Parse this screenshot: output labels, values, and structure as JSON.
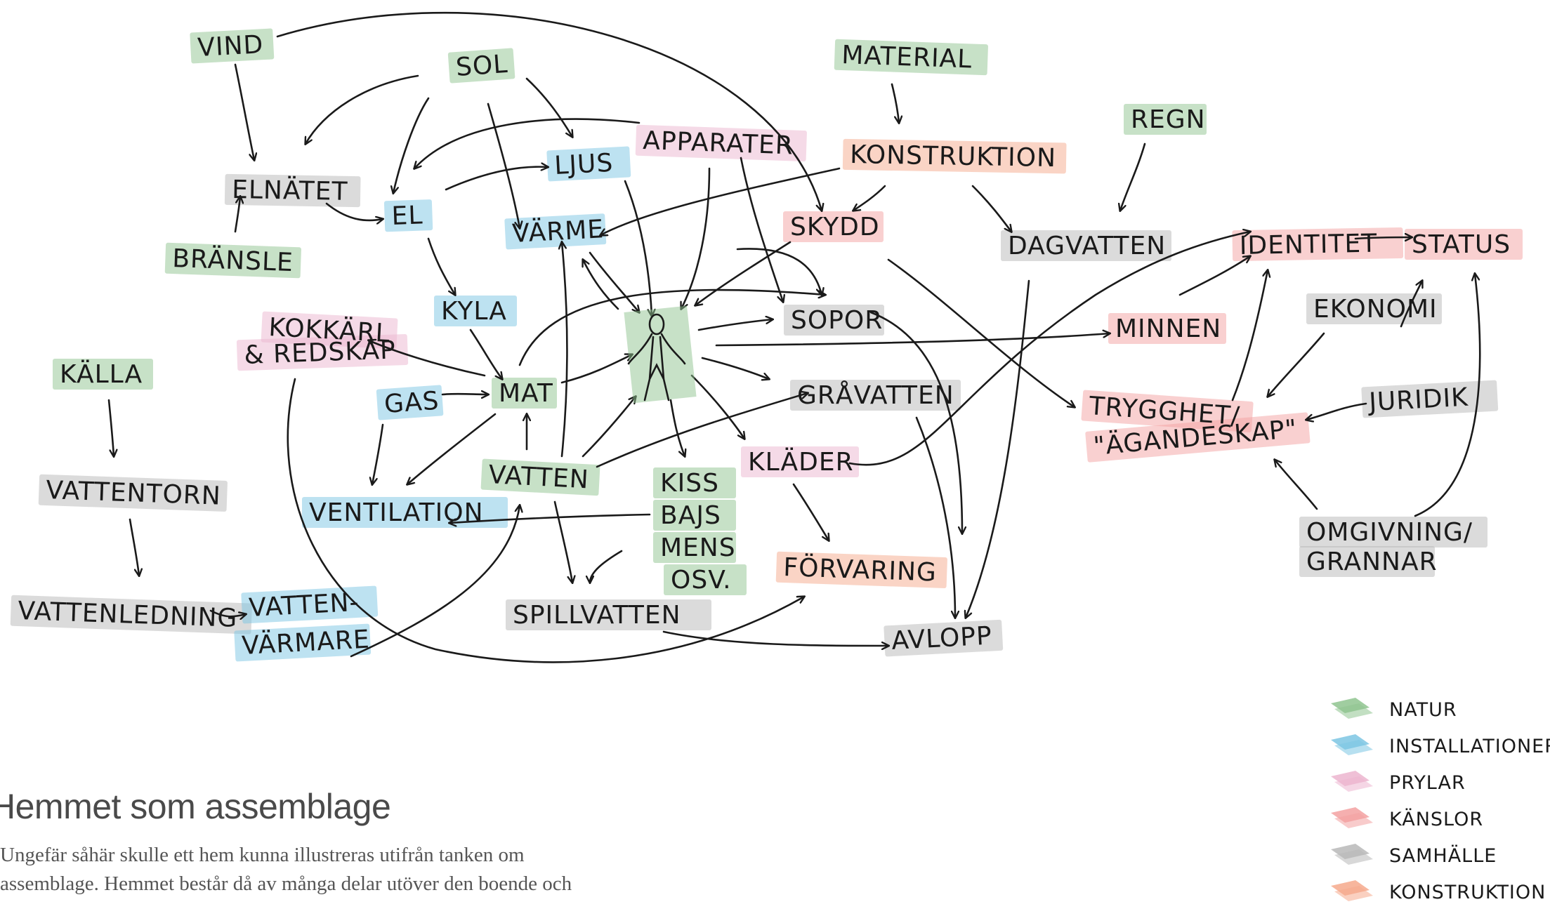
{
  "colors": {
    "natur": "#8fc48f",
    "installationer": "#7cc6e3",
    "prylar": "#ecb5cf",
    "kanslor": "#f3a1a1",
    "samhalle": "#b8b8b8",
    "konstruktion": "#f6a98c"
  },
  "nodes": [
    {
      "id": "vind",
      "label": "VIND",
      "category": "natur"
    },
    {
      "id": "sol",
      "label": "SOL",
      "category": "natur"
    },
    {
      "id": "material",
      "label": "MATERIAL",
      "category": "natur"
    },
    {
      "id": "regn",
      "label": "REGN",
      "category": "natur"
    },
    {
      "id": "elnatet",
      "label": "ELNÄTET",
      "category": "samhalle"
    },
    {
      "id": "bransle",
      "label": "BRÄNSLE",
      "category": "natur"
    },
    {
      "id": "el",
      "label": "EL",
      "category": "installationer"
    },
    {
      "id": "ljus",
      "label": "LJUS",
      "category": "installationer"
    },
    {
      "id": "apparater",
      "label": "APPARATER",
      "category": "prylar"
    },
    {
      "id": "konstruktion",
      "label": "KONSTRUKTION",
      "category": "konstruktion"
    },
    {
      "id": "varme",
      "label": "VÄRME",
      "category": "installationer"
    },
    {
      "id": "skydd",
      "label": "SKYDD",
      "category": "kanslor"
    },
    {
      "id": "dagvatten",
      "label": "DAGVATTEN",
      "category": "samhalle"
    },
    {
      "id": "identitet",
      "label": "IDENTITET",
      "category": "kanslor"
    },
    {
      "id": "status",
      "label": "STATUS",
      "category": "kanslor"
    },
    {
      "id": "kyla",
      "label": "KYLA",
      "category": "installationer"
    },
    {
      "id": "kokkarl1",
      "label": "KOKKÄRL",
      "category": "prylar"
    },
    {
      "id": "kokkarl2",
      "label": "& REDSKAP",
      "category": "prylar"
    },
    {
      "id": "sopor",
      "label": "SOPOR",
      "category": "samhalle"
    },
    {
      "id": "minnen",
      "label": "MINNEN",
      "category": "kanslor"
    },
    {
      "id": "ekonomi",
      "label": "EKONOMI",
      "category": "samhalle"
    },
    {
      "id": "kalla",
      "label": "KÄLLA",
      "category": "natur"
    },
    {
      "id": "gas",
      "label": "GAS",
      "category": "installationer"
    },
    {
      "id": "mat",
      "label": "MAT",
      "category": "natur"
    },
    {
      "id": "gravatten",
      "label": "GRÅVATTEN",
      "category": "samhalle"
    },
    {
      "id": "trygghet1",
      "label": "TRYGGHET/",
      "category": "kanslor"
    },
    {
      "id": "trygghet2",
      "label": "\"ÄGANDESKAP\"",
      "category": "kanslor"
    },
    {
      "id": "juridik",
      "label": "JURIDIK",
      "category": "samhalle"
    },
    {
      "id": "vattentorn",
      "label": "VATTENTORN",
      "category": "samhalle"
    },
    {
      "id": "vatten",
      "label": "VATTEN",
      "category": "natur"
    },
    {
      "id": "klader",
      "label": "KLÄDER",
      "category": "prylar"
    },
    {
      "id": "kiss1",
      "label": "KISS",
      "category": "natur"
    },
    {
      "id": "kiss2",
      "label": "BAJS",
      "category": "natur"
    },
    {
      "id": "kiss3",
      "label": "MENS",
      "category": "natur"
    },
    {
      "id": "kiss4",
      "label": "OSV.",
      "category": "natur"
    },
    {
      "id": "ventilation",
      "label": "VENTILATION",
      "category": "installationer"
    },
    {
      "id": "omgivning1",
      "label": "OMGIVNING/",
      "category": "samhalle"
    },
    {
      "id": "omgivning2",
      "label": "GRANNAR",
      "category": "samhalle"
    },
    {
      "id": "forvaring",
      "label": "FÖRVARING",
      "category": "konstruktion"
    },
    {
      "id": "vattenledning",
      "label": "VATTENLEDNING",
      "category": "samhalle"
    },
    {
      "id": "varmvatten1",
      "label": "VATTEN-",
      "category": "installationer"
    },
    {
      "id": "varmvatten2",
      "label": "VÄRMARE",
      "category": "installationer"
    },
    {
      "id": "spillvatten",
      "label": "SPILLVATTEN",
      "category": "samhalle"
    },
    {
      "id": "avlopp",
      "label": "AVLOPP",
      "category": "samhalle"
    }
  ],
  "legend": [
    {
      "label": "NATUR",
      "category": "natur"
    },
    {
      "label": "INSTALLATIONER",
      "category": "installationer"
    },
    {
      "label": "PRYLAR",
      "category": "prylar"
    },
    {
      "label": "KÄNSLOR",
      "category": "kanslor"
    },
    {
      "label": "SAMHÄLLE",
      "category": "samhalle"
    },
    {
      "label": "KONSTRUKTION",
      "category": "konstruktion"
    }
  ],
  "caption": {
    "title": "Hemmet som assemblage",
    "body": "Ungefär såhär skulle ett hem kunna illustreras utifrån tanken om assemblage. Hemmet består då av många delar utöver den boende och"
  }
}
